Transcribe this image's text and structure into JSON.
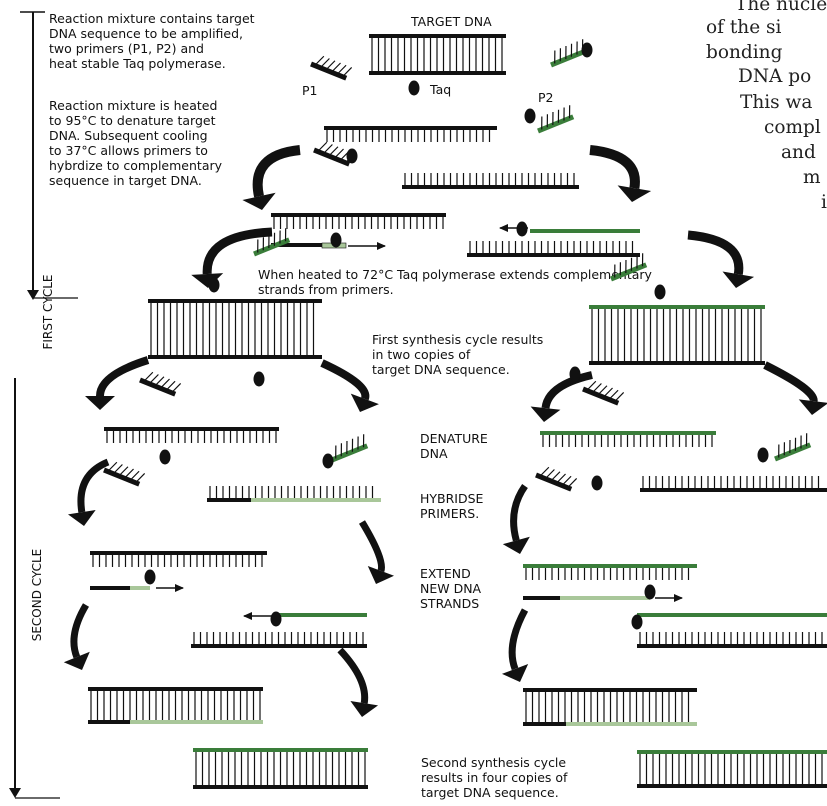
{
  "colors": {
    "dark": "#111111",
    "green": "#3a7d3a",
    "light_green": "#a9c79a"
  },
  "left_notes": {
    "p1": "Reaction mixture contains target\nDNA sequence to be amplified,\ntwo primers (P1, P2) and\nheat stable  Taq polymerase.",
    "p2": "Reaction mixture is heated\nto 95°C to denature target\nDNA. Subsequent cooling\nto 37°C allows primers to\nhybrdize to complementary\nsequence in target DNA."
  },
  "labels": {
    "target_dna": "TARGET DNA",
    "p1": "P1",
    "p2": "P2",
    "taq": "Taq",
    "extend_note": "When heated to 72°C Taq polymerase extends complementary\nstrands from primers.",
    "first_result": "First synthesis cycle results\nin two copies of\ntarget DNA sequence.",
    "denature": "DENATURE\nDNA",
    "hybridise": "HYBRIDSE\nPRIMERS.",
    "extend": "EXTEND\nNEW DNA\nSTRANDS",
    "second_result": "Second synthesis cycle\nresults in four copies of\ntarget DNA sequence.",
    "first_cycle": "FIRST CYCLE",
    "second_cycle": "SECOND CYCLE"
  },
  "background_text": [
    "The nucle",
    "of  the  si",
    "bonding",
    "DNA po",
    "This wa",
    "compl",
    "and",
    "m",
    "i"
  ]
}
